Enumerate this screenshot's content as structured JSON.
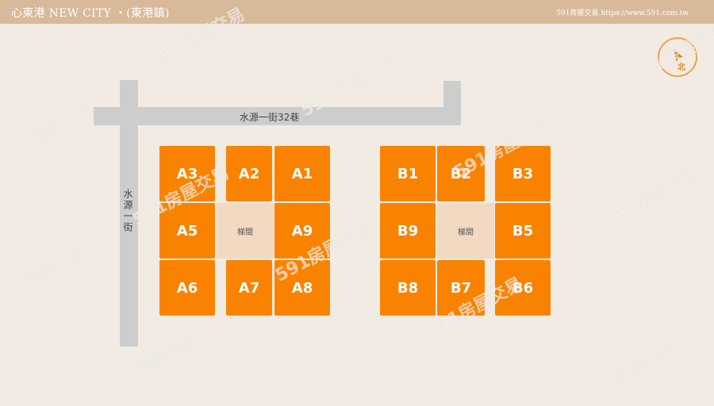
{
  "header": {
    "title": "心東港 NEW CITY ・(東港鎮)",
    "source": "591房屋交易 https://www.591.com.tw"
  },
  "roads": {
    "top_label": "水源一街32巷",
    "left_label": "水源一街"
  },
  "compass": {
    "label": "北"
  },
  "blocks": {
    "a": {
      "units": [
        "A3",
        "A2",
        "A1",
        "A5",
        "A9",
        "A6",
        "A7",
        "A8"
      ],
      "stair_label": "梯間"
    },
    "b": {
      "units": [
        "B1",
        "B2",
        "B3",
        "B9",
        "B5",
        "B8",
        "B7",
        "B6"
      ],
      "stair_label": "梯間"
    }
  },
  "watermark": "591房屋交易",
  "colors": {
    "header": "#d8b999",
    "background": "#f1ebe3",
    "unit": "#f98300",
    "stair": "#f2d9c2",
    "road": "#cdcdcd",
    "compass": "#f2a14c"
  }
}
